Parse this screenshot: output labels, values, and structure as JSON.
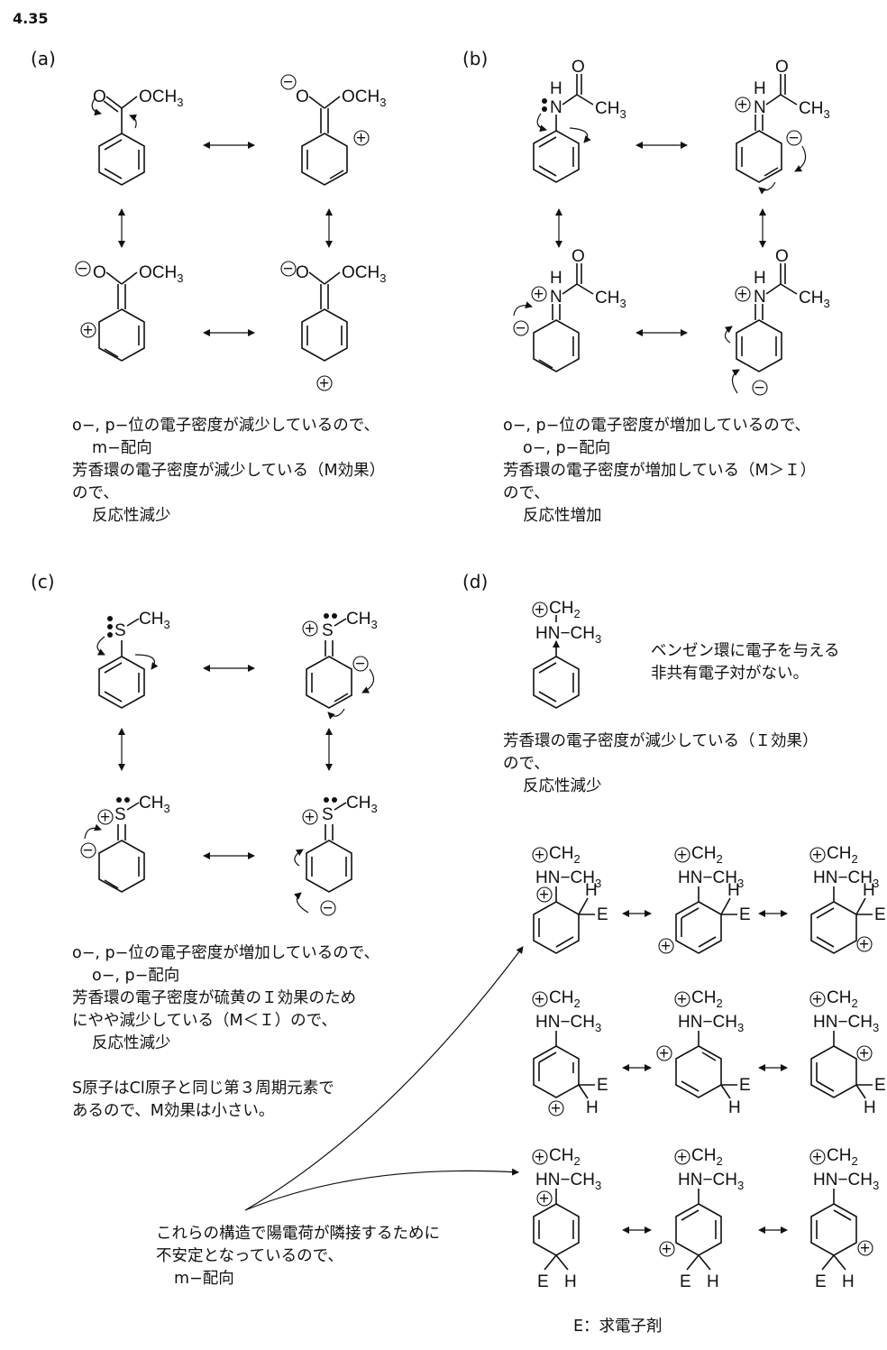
{
  "title": "4.35",
  "panels": {
    "a": {
      "label": "(a)",
      "ome": "OCH",
      "o": "O",
      "plus": "+",
      "minus": "−",
      "caption": [
        "o−, p−位の電子密度が減少しているので、",
        "m−配向",
        "芳香環の電子密度が減少している（M効果）",
        "ので、",
        "反応性減少"
      ]
    },
    "b": {
      "label": "(b)",
      "h": "H",
      "n": "N",
      "o": "O",
      "ch3": "CH",
      "plus": "+",
      "minus": "−",
      "caption": [
        "o−, p−位の電子密度が増加しているので、",
        "o−, p−配向",
        "芳香環の電子密度が増加している（M＞Ｉ）",
        "ので、",
        "反応性増加"
      ]
    },
    "c": {
      "label": "(c)",
      "s": "S",
      "ch3": "CH",
      "plus": "+",
      "minus": "−",
      "caption": [
        "o−, p−位の電子密度が増加しているので、",
        "o−, p−配向",
        "芳香環の電子密度が硫黄のＩ効果のため",
        "にやや減少している（M＜Ｉ）ので、",
        "反応性減少",
        "S原子はCl原子と同じ第３周期元素で",
        "あるので、M効果は小さい。"
      ]
    },
    "d": {
      "label": "(d)",
      "ch2": "CH",
      "hn": "HN",
      "ch3": "−CH",
      "h": "H",
      "e": "E",
      "plus": "+",
      "note": [
        "ベンゼン環に電子を与える",
        "非共有電子対がない。"
      ],
      "caption": [
        "芳香環の電子密度が減少している（Ｉ効果）",
        "ので、",
        "反応性減少"
      ],
      "bottom_note": [
        "これらの構造で陽電荷が隣接するために",
        "不安定となっているので、",
        "m−配向"
      ],
      "legend": "E：求電子剤"
    }
  }
}
